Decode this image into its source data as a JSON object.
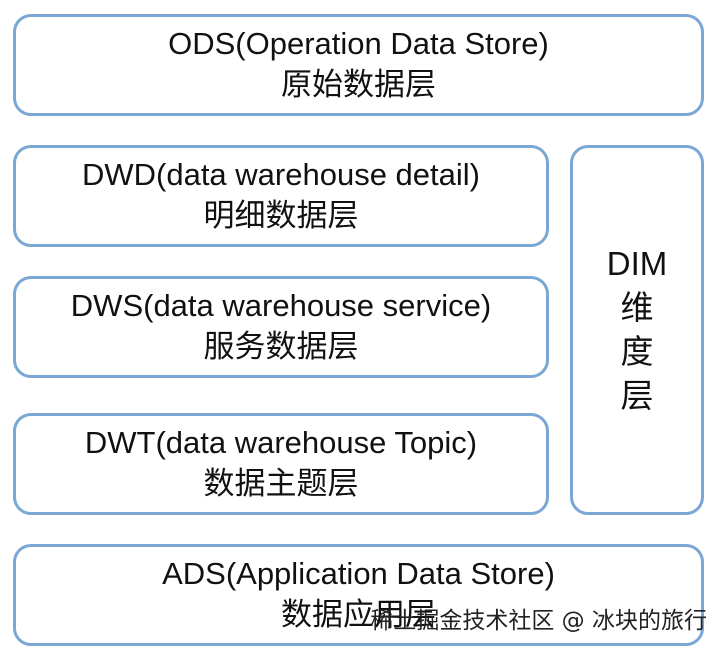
{
  "layers": {
    "ods": {
      "title": "ODS(Operation Data Store)",
      "subtitle": "原始数据层"
    },
    "dwd": {
      "title": "DWD(data warehouse detail)",
      "subtitle": "明细数据层"
    },
    "dws": {
      "title": "DWS(data warehouse service)",
      "subtitle": "服务数据层"
    },
    "dwt": {
      "title": "DWT(data warehouse Topic)",
      "subtitle": "数据主题层"
    },
    "ads": {
      "title": "ADS(Application Data Store)",
      "subtitle": "数据应用层"
    }
  },
  "dim": {
    "line1": "DIM",
    "line2": "维",
    "line3": "度",
    "line4": "层"
  },
  "watermark": "稀土掘金技术社区 @ 冰块的旅行",
  "colors": {
    "border": "#7aa7d4",
    "text": "#111111"
  }
}
